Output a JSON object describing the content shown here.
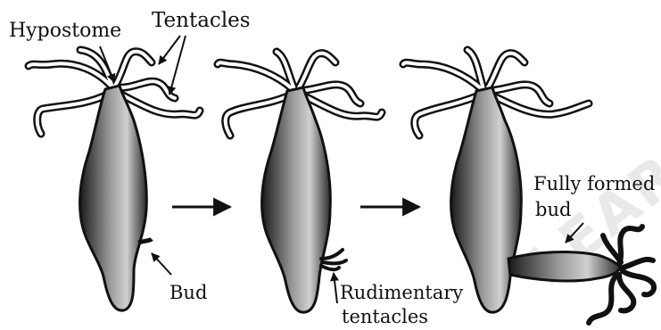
{
  "labels": {
    "hypostome": "Hypostome",
    "tentacles": "Tentacles",
    "bud": "Bud",
    "rudimentary_line1": "Rudimentary",
    "rudimentary_line2": "tentacles",
    "fully_formed_line1": "Fully formed",
    "fully_formed_line2": "bud"
  },
  "watermark": "LEARNING",
  "colors": {
    "ink": "#111111",
    "shade": "#3a3a3a",
    "background": "#ffffff"
  },
  "stages": [
    "hydra-with-bud",
    "bud-with-rudimentary-tentacles",
    "hydra-with-fully-formed-bud"
  ]
}
